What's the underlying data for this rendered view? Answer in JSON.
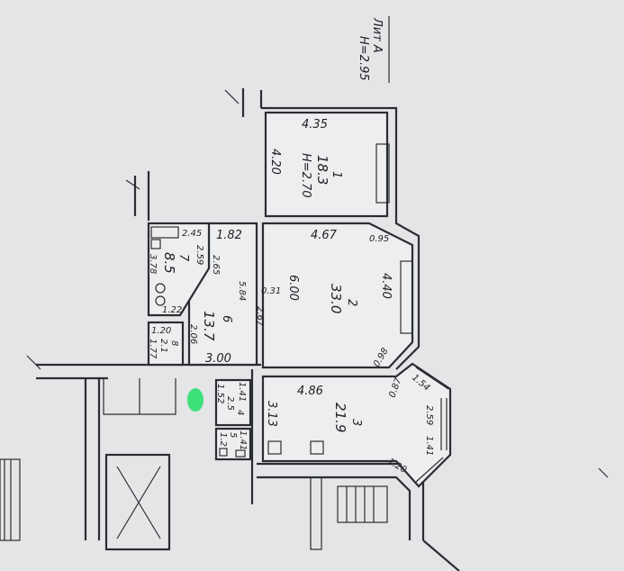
{
  "header": {
    "lit": "Лит А",
    "height": "H=2.95"
  },
  "rooms": {
    "r1": {
      "num": "1",
      "area": "18.3",
      "height": "H=2.70",
      "d_top": "4.35",
      "d_side": "4.20"
    },
    "r2": {
      "num": "2",
      "area": "33.0",
      "d_top": "4.67",
      "d_corner1": "0.95",
      "d_right": "4.40",
      "d_len": "6.00",
      "d_corner2": "0.98",
      "d_a": "0.31",
      "d_b": "2.67"
    },
    "r3": {
      "num": "3",
      "area": "21.9",
      "d_top": "4.86",
      "d_left": "3.13",
      "d_c1": "0.87",
      "d_c2": "1.54",
      "d_c3": "2.59",
      "d_c4": "1.41",
      "d_c5": "1.20"
    },
    "r4": {
      "num": "4",
      "area": "2.5",
      "d_a": "1.41",
      "d_b": "1.52"
    },
    "r5": {
      "num": "5",
      "area": "1.2",
      "d_a": "1.41"
    },
    "r6": {
      "num": "6",
      "area": "13.7",
      "d_top": "1.82",
      "d_a": "2.65",
      "d_len": "5.84",
      "d_b": "2.06",
      "d_bottom": "3.00"
    },
    "r7": {
      "num": "7",
      "area": "8.5",
      "d_top": "2.45",
      "d_a": "2.59",
      "d_b": "3.78",
      "d_c": "1.22"
    },
    "r8": {
      "num": "8",
      "area": "2.1",
      "d_a": "1.20",
      "d_b": "1.77"
    }
  },
  "colors": {
    "marker": "#3ee07a",
    "paper": "#e3e5e7",
    "ink": "#2b2d30"
  }
}
